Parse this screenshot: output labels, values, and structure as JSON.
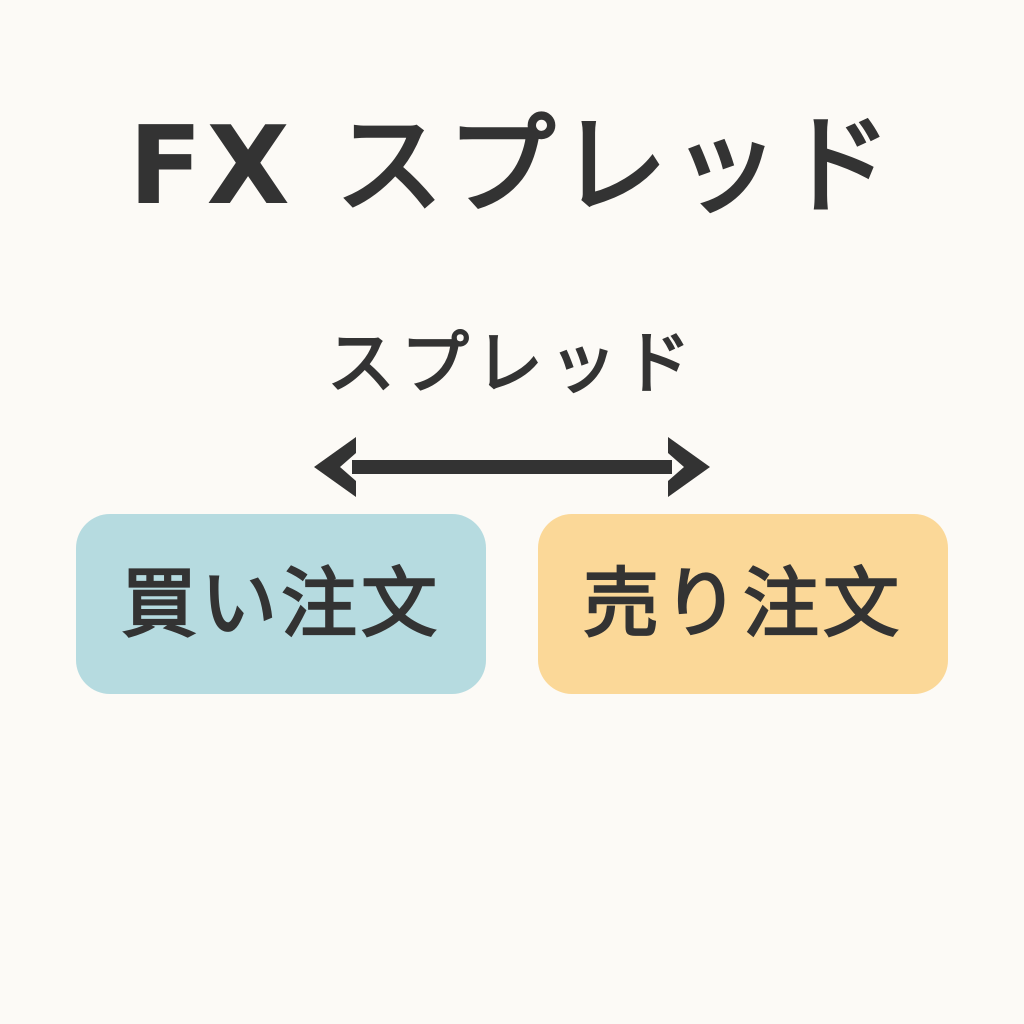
{
  "title": "FX スプレッド",
  "spread_label": "スプレッド",
  "buy_order": {
    "label": "買い注文",
    "color": "#b6dbe0"
  },
  "sell_order": {
    "label": "売り注文",
    "color": "#fbd898"
  },
  "colors": {
    "background": "#fcfaf6",
    "text": "#333333",
    "arrow": "#333333"
  },
  "icons": {
    "spread_arrow": "double-headed-arrow-icon"
  }
}
